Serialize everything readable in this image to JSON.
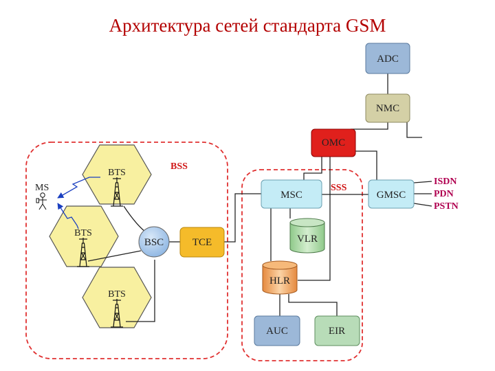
{
  "title": "Архитектура сетей стандарта GSM",
  "groups": {
    "bss": "BSS",
    "sss": "SSS"
  },
  "mobile_station": "MS",
  "bts_label": "BTS",
  "nodes": {
    "adc": "ADC",
    "nmc": "NMC",
    "omc": "OMC",
    "msc": "MSC",
    "gmsc": "GMSC",
    "vlr": "VLR",
    "hlr": "HLR",
    "auc": "AUC",
    "eir": "EIR",
    "bsc": "BSC",
    "tce": "TCE"
  },
  "external_networks": [
    "ISDN",
    "PDN",
    "PSTN"
  ],
  "colors": {
    "title": "#b30000",
    "hex_fill": "#f8f0a0",
    "blue_box": "#9cb8d8",
    "olive_box": "#d4d0a6",
    "omc": "#e0201c",
    "cyan_box": "#c4ecf6",
    "green_box": "#b8dcb8",
    "bsc": "#a6c8ec",
    "tce": "#f5bb2a",
    "dashed_border": "#e03030",
    "external_text": "#b00050"
  }
}
